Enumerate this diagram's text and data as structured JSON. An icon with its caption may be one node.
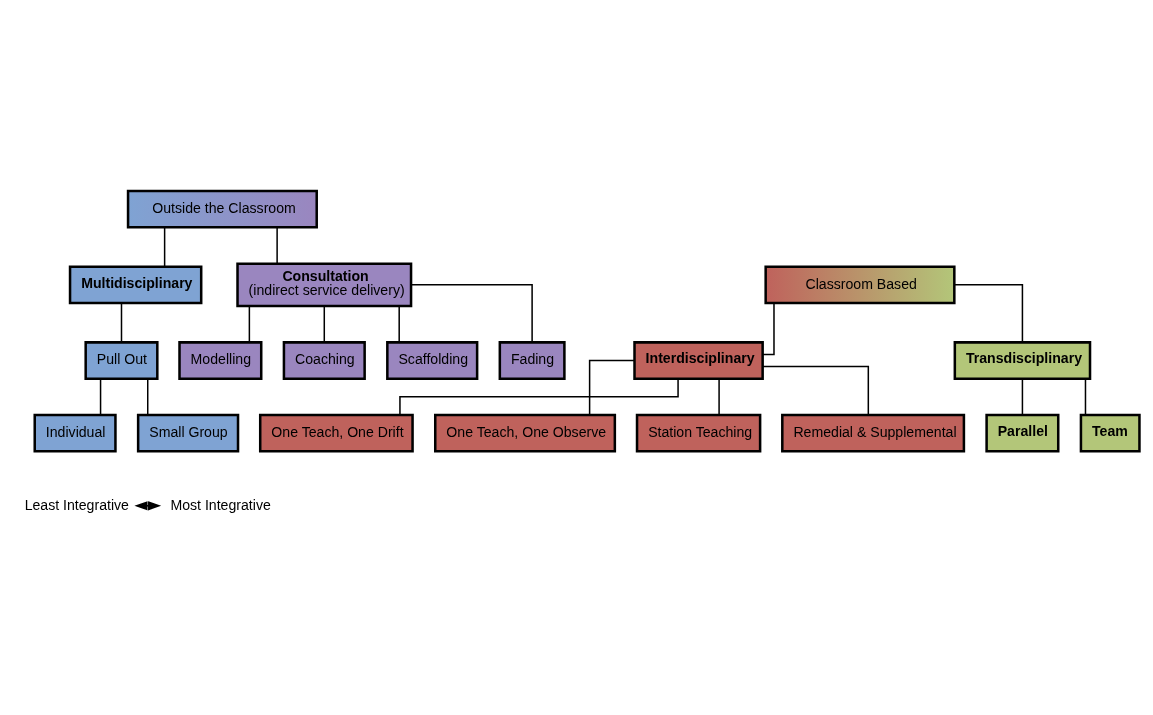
{
  "diagram": {
    "nodes": [
      {
        "text": [
          "Outside the Classroom"
        ]
      },
      {
        "text": [
          "Classroom Based"
        ]
      },
      {
        "text": [
          "Multidisciplinary"
        ]
      },
      {
        "text": [
          "Consultation",
          "(indirect service delivery)"
        ]
      },
      {
        "text": [
          "Interdisciplinary"
        ]
      },
      {
        "text": [
          "Transdisciplinary"
        ]
      },
      {
        "text": [
          "Pull Out"
        ]
      },
      {
        "text": [
          "Individual"
        ]
      },
      {
        "text": [
          "Small Group"
        ]
      },
      {
        "text": [
          "Modelling"
        ]
      },
      {
        "text": [
          "Coaching"
        ]
      },
      {
        "text": [
          "Scaffolding"
        ]
      },
      {
        "text": [
          "Fading"
        ]
      },
      {
        "text": [
          "One Teach, One Drift"
        ]
      },
      {
        "text": [
          "One Teach, One Observe"
        ]
      },
      {
        "text": [
          "Station Teaching"
        ]
      },
      {
        "text": [
          "Remedial & Supplemental"
        ]
      },
      {
        "text": [
          "Parallel"
        ]
      },
      {
        "text": [
          "Team"
        ]
      },
      {
        "text": [
          "Least Integrative"
        ]
      },
      {
        "text": [
          "Most Integrative"
        ]
      }
    ],
    "edges": [
      {
        "from": 0,
        "to": 2,
        "arrow": "none"
      },
      {
        "from": 0,
        "to": 3,
        "arrow": "none"
      },
      {
        "from": 1,
        "to": 4,
        "arrow": "none"
      },
      {
        "from": 1,
        "to": 5,
        "arrow": "none"
      },
      {
        "from": 2,
        "to": 6,
        "arrow": "none"
      },
      {
        "from": 6,
        "to": 7,
        "arrow": "none"
      },
      {
        "from": 6,
        "to": 8,
        "arrow": "none"
      },
      {
        "from": 3,
        "to": 9,
        "arrow": "none"
      },
      {
        "from": 3,
        "to": 10,
        "arrow": "none"
      },
      {
        "from": 3,
        "to": 11,
        "arrow": "none"
      },
      {
        "from": 3,
        "to": 12,
        "arrow": "none"
      },
      {
        "from": 4,
        "to": 13,
        "arrow": "none"
      },
      {
        "from": 4,
        "to": 14,
        "arrow": "none"
      },
      {
        "from": 4,
        "to": 15,
        "arrow": "none"
      },
      {
        "from": 4,
        "to": 16,
        "arrow": "none"
      },
      {
        "from": 5,
        "to": 17,
        "arrow": "none"
      },
      {
        "from": 5,
        "to": 18,
        "arrow": "none"
      },
      {
        "from": 19,
        "to": 20,
        "arrow": "both"
      }
    ]
  }
}
